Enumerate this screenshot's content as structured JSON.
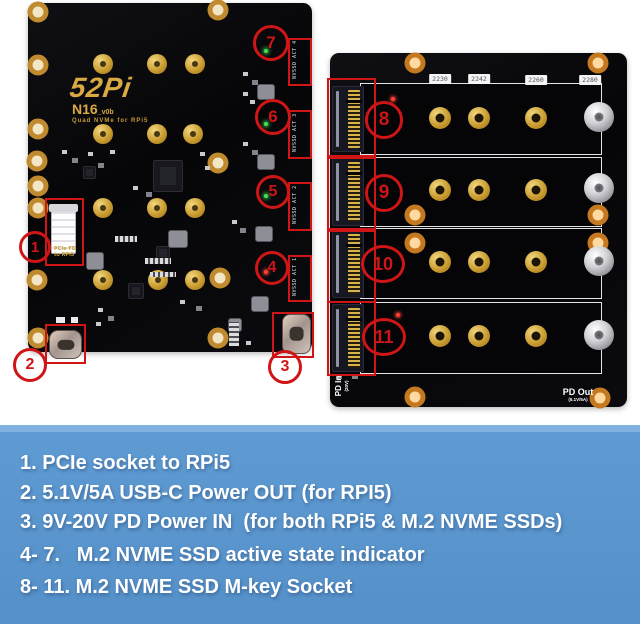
{
  "left_board": {
    "brand": "52Pi",
    "model": "N16",
    "revision": "_v0b",
    "subtitle": "Quad NVMe for RPi5",
    "pcie_label_line1": "PCIe FD",
    "pcie_label_line2": "to RPi5",
    "act_leds": [
      {
        "callout": "7",
        "label": "NVSSD ACT 4"
      },
      {
        "callout": "6",
        "label": "NVSSD ACT 3"
      },
      {
        "callout": "5",
        "label": "NVSSD ACT 2"
      },
      {
        "callout": "4",
        "label": "NVSSD ACT 1"
      }
    ]
  },
  "right_board": {
    "size_labels": [
      "2230",
      "2242",
      "2260",
      "2280"
    ],
    "pd_in_label": "PD In",
    "pd_in_spec": "(20V)",
    "pd_out_label": "PD Out",
    "pd_out_spec": "(5.1V/5A)"
  },
  "callouts": [
    "1",
    "2",
    "3",
    "4",
    "5",
    "6",
    "7",
    "8",
    "9",
    "10",
    "11"
  ],
  "legend": {
    "items": [
      "1. PCIe socket to RPi5",
      "2. 5.1V/5A USB-C Power OUT (for RPI5)",
      "3. 9V-20V PD Power IN  (for both RPi5 & M.2 NVME SSDs)",
      "4- 7.   M.2 NVME SSD active state indicator",
      "8- 11. M.2 NVME SSD M-key Socket"
    ]
  },
  "colors": {
    "accent_red": "#cf1515",
    "pcb_black": "#0a0a0d",
    "gold": "#c8962e",
    "legend_blue": "#5f9bd3"
  }
}
